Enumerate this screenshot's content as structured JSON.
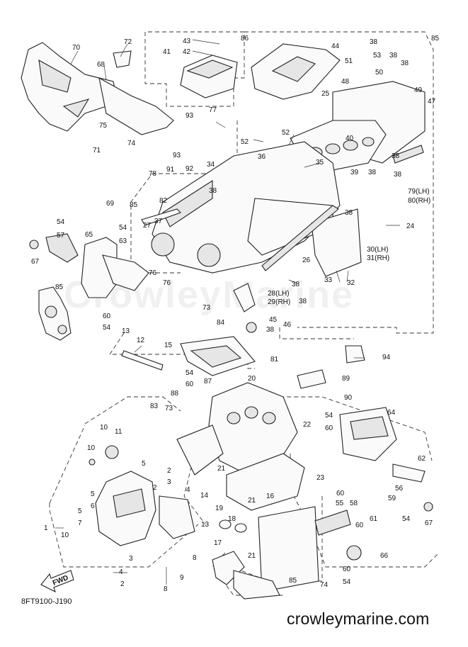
{
  "diagram": {
    "code": "8FT9100-J190",
    "watermark": "CrowleyMarine",
    "site": "crowleymarine.com",
    "fwd_label": "FWD",
    "labels": [
      {
        "id": "l70",
        "text": "70"
      },
      {
        "id": "l72",
        "text": "72"
      },
      {
        "id": "l68",
        "text": "68"
      },
      {
        "id": "l43",
        "text": "43"
      },
      {
        "id": "l41",
        "text": "41"
      },
      {
        "id": "l42",
        "text": "42"
      },
      {
        "id": "l86",
        "text": "86"
      },
      {
        "id": "l44",
        "text": "44"
      },
      {
        "id": "l38a",
        "text": "38"
      },
      {
        "id": "l85a",
        "text": "85"
      },
      {
        "id": "l53",
        "text": "53"
      },
      {
        "id": "l51",
        "text": "51"
      },
      {
        "id": "l38b",
        "text": "38"
      },
      {
        "id": "l38c",
        "text": "38"
      },
      {
        "id": "l50",
        "text": "50"
      },
      {
        "id": "l48",
        "text": "48"
      },
      {
        "id": "l49",
        "text": "49"
      },
      {
        "id": "l47",
        "text": "47"
      },
      {
        "id": "l25",
        "text": "25"
      },
      {
        "id": "l77",
        "text": "77"
      },
      {
        "id": "l93a",
        "text": "93"
      },
      {
        "id": "l75",
        "text": "75"
      },
      {
        "id": "l74a",
        "text": "74"
      },
      {
        "id": "l52a",
        "text": "52"
      },
      {
        "id": "l52b",
        "text": "52"
      },
      {
        "id": "l40",
        "text": "40"
      },
      {
        "id": "l71",
        "text": "71"
      },
      {
        "id": "l36",
        "text": "36"
      },
      {
        "id": "l93b",
        "text": "93"
      },
      {
        "id": "l92",
        "text": "92"
      },
      {
        "id": "l91",
        "text": "91"
      },
      {
        "id": "l34",
        "text": "34"
      },
      {
        "id": "l78",
        "text": "78"
      },
      {
        "id": "l35",
        "text": "35"
      },
      {
        "id": "l39",
        "text": "39"
      },
      {
        "id": "l38d",
        "text": "38"
      },
      {
        "id": "l38e",
        "text": "38"
      },
      {
        "id": "l38f",
        "text": "38"
      },
      {
        "id": "l69",
        "text": "69"
      },
      {
        "id": "l85b",
        "text": "85"
      },
      {
        "id": "l82",
        "text": "82"
      },
      {
        "id": "l38g",
        "text": "38"
      },
      {
        "id": "l79",
        "text": "79(LH)"
      },
      {
        "id": "l80",
        "text": "80(RH)"
      },
      {
        "id": "l38h",
        "text": "38"
      },
      {
        "id": "l54a",
        "text": "54"
      },
      {
        "id": "l57",
        "text": "57"
      },
      {
        "id": "l54b",
        "text": "54"
      },
      {
        "id": "l63",
        "text": "63"
      },
      {
        "id": "l27",
        "text": "27"
      },
      {
        "id": "l37",
        "text": "37"
      },
      {
        "id": "l24",
        "text": "24"
      },
      {
        "id": "l65",
        "text": "65"
      },
      {
        "id": "l67a",
        "text": "67"
      },
      {
        "id": "l30",
        "text": "30(LH)"
      },
      {
        "id": "l31",
        "text": "31(RH)"
      },
      {
        "id": "l26",
        "text": "26"
      },
      {
        "id": "l76a",
        "text": "76"
      },
      {
        "id": "l76b",
        "text": "76"
      },
      {
        "id": "l38i",
        "text": "38"
      },
      {
        "id": "l33",
        "text": "33"
      },
      {
        "id": "l32",
        "text": "32"
      },
      {
        "id": "l28",
        "text": "28(LH)"
      },
      {
        "id": "l29",
        "text": "29(RH)"
      },
      {
        "id": "l38j",
        "text": "38"
      },
      {
        "id": "l85c",
        "text": "85"
      },
      {
        "id": "l73a",
        "text": "73"
      },
      {
        "id": "l84",
        "text": "84"
      },
      {
        "id": "l60a",
        "text": "60"
      },
      {
        "id": "l54c",
        "text": "54"
      },
      {
        "id": "l45",
        "text": "45"
      },
      {
        "id": "l46",
        "text": "46"
      },
      {
        "id": "l38k",
        "text": "38"
      },
      {
        "id": "l13a",
        "text": "13"
      },
      {
        "id": "l12",
        "text": "12"
      },
      {
        "id": "l15",
        "text": "15"
      },
      {
        "id": "l94",
        "text": "94"
      },
      {
        "id": "l81",
        "text": "81"
      },
      {
        "id": "l89",
        "text": "89"
      },
      {
        "id": "l54d",
        "text": "54"
      },
      {
        "id": "l60b",
        "text": "60"
      },
      {
        "id": "l87",
        "text": "87"
      },
      {
        "id": "l20",
        "text": "20"
      },
      {
        "id": "l90",
        "text": "90"
      },
      {
        "id": "l88",
        "text": "88"
      },
      {
        "id": "l83",
        "text": "83"
      },
      {
        "id": "l73b",
        "text": "73"
      },
      {
        "id": "l64",
        "text": "64"
      },
      {
        "id": "l22",
        "text": "22"
      },
      {
        "id": "l54e",
        "text": "54"
      },
      {
        "id": "l60c",
        "text": "60"
      },
      {
        "id": "l10a",
        "text": "10"
      },
      {
        "id": "l11",
        "text": "11"
      },
      {
        "id": "l10b",
        "text": "10"
      },
      {
        "id": "l62",
        "text": "62"
      },
      {
        "id": "l5a",
        "text": "5"
      },
      {
        "id": "l2a",
        "text": "2"
      },
      {
        "id": "l3a",
        "text": "3"
      },
      {
        "id": "l21a",
        "text": "21"
      },
      {
        "id": "l23",
        "text": "23"
      },
      {
        "id": "l5b",
        "text": "5"
      },
      {
        "id": "l6",
        "text": "6"
      },
      {
        "id": "l2b",
        "text": "2"
      },
      {
        "id": "l4a",
        "text": "4"
      },
      {
        "id": "l14",
        "text": "14"
      },
      {
        "id": "l56",
        "text": "56"
      },
      {
        "id": "l60d",
        "text": "60"
      },
      {
        "id": "l55",
        "text": "55"
      },
      {
        "id": "l59",
        "text": "59"
      },
      {
        "id": "l5c",
        "text": "5"
      },
      {
        "id": "l7",
        "text": "7"
      },
      {
        "id": "l21b",
        "text": "21"
      },
      {
        "id": "l58",
        "text": "58"
      },
      {
        "id": "l61",
        "text": "61"
      },
      {
        "id": "l19",
        "text": "19"
      },
      {
        "id": "l18",
        "text": "18"
      },
      {
        "id": "l16",
        "text": "16"
      },
      {
        "id": "l60e",
        "text": "60"
      },
      {
        "id": "l54f",
        "text": "54"
      },
      {
        "id": "l67b",
        "text": "67"
      },
      {
        "id": "l1",
        "text": "1"
      },
      {
        "id": "l10c",
        "text": "10"
      },
      {
        "id": "l13b",
        "text": "13"
      },
      {
        "id": "l17",
        "text": "17"
      },
      {
        "id": "l3b",
        "text": "3"
      },
      {
        "id": "l66",
        "text": "66"
      },
      {
        "id": "l21c",
        "text": "21"
      },
      {
        "id": "l8a",
        "text": "8"
      },
      {
        "id": "l4b",
        "text": "4"
      },
      {
        "id": "l2c",
        "text": "2"
      },
      {
        "id": "l9",
        "text": "9"
      },
      {
        "id": "l60f",
        "text": "60"
      },
      {
        "id": "l54g",
        "text": "54"
      },
      {
        "id": "l74b",
        "text": "74"
      },
      {
        "id": "l8b",
        "text": "8"
      },
      {
        "id": "l85d",
        "text": "85"
      }
    ]
  }
}
